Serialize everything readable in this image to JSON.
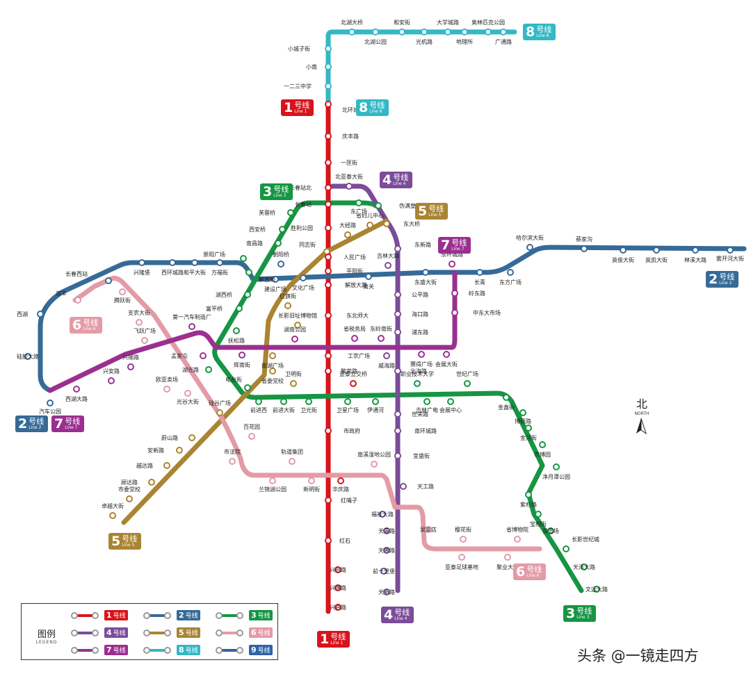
{
  "colors": {
    "line1": "#d7141c",
    "line2": "#366a97",
    "line3": "#169543",
    "line4": "#7b4c99",
    "line5": "#aa8432",
    "line6": "#e39ba6",
    "line7": "#9b2f8f",
    "line8": "#33b8c4",
    "line9": "#2f62a8"
  },
  "line_badges": [
    {
      "num": "1",
      "cn": "号线",
      "en": "Line 1",
      "color": "line1"
    },
    {
      "num": "8",
      "cn": "号线",
      "en": "Line 8",
      "color": "line8"
    },
    {
      "num": "8",
      "cn": "号线",
      "en": "Line 8",
      "color": "line8"
    },
    {
      "num": "4",
      "cn": "号线",
      "en": "Line 4",
      "color": "line4"
    },
    {
      "num": "3",
      "cn": "号线",
      "en": "Line 3",
      "color": "line3"
    },
    {
      "num": "5",
      "cn": "号线",
      "en": "Line 5",
      "color": "line5"
    },
    {
      "num": "7",
      "cn": "号线",
      "en": "Line 7",
      "color": "line7"
    },
    {
      "num": "2",
      "cn": "号线",
      "en": "Line 2",
      "color": "line2"
    },
    {
      "num": "6",
      "cn": "号线",
      "en": "Line 6",
      "color": "line6"
    },
    {
      "num": "2",
      "cn": "号线",
      "en": "Line 2",
      "color": "line2"
    },
    {
      "num": "7",
      "cn": "号线",
      "en": "Line 7",
      "color": "line7"
    },
    {
      "num": "5",
      "cn": "号线",
      "en": "Line 5",
      "color": "line5"
    },
    {
      "num": "6",
      "cn": "号线",
      "en": "Line 6",
      "color": "line6"
    },
    {
      "num": "4",
      "cn": "号线",
      "en": "Line 4",
      "color": "line4"
    },
    {
      "num": "3",
      "cn": "号线",
      "en": "Line 3",
      "color": "line3"
    },
    {
      "num": "1",
      "cn": "号线",
      "en": "Line 1",
      "color": "line1"
    }
  ],
  "stations": [
    {
      "name": "北湖大桥",
      "line": "line8"
    },
    {
      "name": "和安街",
      "line": "line8"
    },
    {
      "name": "大学城路",
      "line": "line8"
    },
    {
      "name": "奥林匹克公园",
      "line": "line8"
    },
    {
      "name": "北湖公园",
      "line": "line8"
    },
    {
      "name": "光机路",
      "line": "line8"
    },
    {
      "name": "地理所",
      "line": "line8"
    },
    {
      "name": "广通路",
      "line": "line8"
    },
    {
      "name": "小城子街",
      "line": "line8"
    },
    {
      "name": "小南",
      "line": "line8"
    },
    {
      "name": "一二三中学",
      "line": "line8"
    },
    {
      "name": "北环城路",
      "line": "line1"
    },
    {
      "name": "庆丰路",
      "line": "line1"
    },
    {
      "name": "一匡街",
      "line": "line1"
    },
    {
      "name": "长春站北",
      "line": "line1"
    },
    {
      "name": "北亚泰大街",
      "line": "line4"
    },
    {
      "name": "长春站",
      "line": "line1"
    },
    {
      "name": "东广场",
      "line": "line3"
    },
    {
      "name": "伪满皇宫",
      "line": "line3"
    },
    {
      "name": "芙蓉桥",
      "line": "line3"
    },
    {
      "name": "胜利公园",
      "line": "line1"
    },
    {
      "name": "省妇儿中心",
      "line": "line5"
    },
    {
      "name": "东大桥",
      "line": "line5"
    },
    {
      "name": "西安桥",
      "line": "line3"
    },
    {
      "name": "大经路",
      "line": "line5"
    },
    {
      "name": "南昌路",
      "line": "line3"
    },
    {
      "name": "同志街",
      "line": "line5"
    },
    {
      "name": "东新路",
      "line": "line4"
    },
    {
      "name": "人民广场",
      "line": "line1"
    },
    {
      "name": "哈尔滨大街",
      "line": "line2"
    },
    {
      "name": "景阳广场",
      "line": "line3"
    },
    {
      "name": "朝阳桥",
      "line": "line2"
    },
    {
      "name": "吉林大路",
      "line": "line4"
    },
    {
      "name": "东环城路",
      "line": "line7"
    },
    {
      "name": "蔡家沟",
      "line": "line2"
    },
    {
      "name": "英俊大街",
      "line": "line2"
    },
    {
      "name": "英凯大街",
      "line": "line2"
    },
    {
      "name": "林溪大路",
      "line": "line2"
    },
    {
      "name": "雾开河大街",
      "line": "line2"
    },
    {
      "name": "长春西站",
      "line": "line2"
    },
    {
      "name": "兴隆堡",
      "line": "line2"
    },
    {
      "name": "西环城路",
      "line": "line2"
    },
    {
      "name": "和平大街",
      "line": "line2"
    },
    {
      "name": "万福街",
      "line": "line2"
    },
    {
      "name": "解放桥",
      "line": "line3"
    },
    {
      "name": "平阳街",
      "line": "line1"
    },
    {
      "name": "东盛大街",
      "line": "line2"
    },
    {
      "name": "长青",
      "line": "line2"
    },
    {
      "name": "东方广场",
      "line": "line2"
    },
    {
      "name": "双丰",
      "line": "line6"
    },
    {
      "name": "建设广场",
      "line": "line2"
    },
    {
      "name": "文化广场",
      "line": "line2"
    },
    {
      "name": "解放大路",
      "line": "line1"
    },
    {
      "name": "南关",
      "line": "line2"
    },
    {
      "name": "腾跃街",
      "line": "line6"
    },
    {
      "name": "湖西桥",
      "line": "line3"
    },
    {
      "name": "红旗街",
      "line": "line5"
    },
    {
      "name": "公平路",
      "line": "line4"
    },
    {
      "name": "岭东路",
      "line": "line7"
    },
    {
      "name": "西湖",
      "line": "line2"
    },
    {
      "name": "富平桥",
      "line": "line3"
    },
    {
      "name": "东北师大",
      "line": "line1"
    },
    {
      "name": "海口路",
      "line": "line4"
    },
    {
      "name": "中东大市场",
      "line": "line7"
    },
    {
      "name": "支农大街",
      "line": "line6"
    },
    {
      "name": "第一汽车制造厂",
      "line": "line7"
    },
    {
      "name": "长影旧址博物馆",
      "line": "line5"
    },
    {
      "name": "湖南公园",
      "line": "line7"
    },
    {
      "name": "浦东路",
      "line": "line4"
    },
    {
      "name": "飞跃广场",
      "line": "line6"
    },
    {
      "name": "抚松路",
      "line": "line3"
    },
    {
      "name": "省税务局",
      "line": "line7"
    },
    {
      "name": "东岭南街",
      "line": "line7"
    },
    {
      "name": "赛得广场",
      "line": "line7"
    },
    {
      "name": "会展大街",
      "line": "line7"
    },
    {
      "name": "硅胶大路",
      "line": "line2"
    },
    {
      "name": "孟家屯",
      "line": "line7"
    },
    {
      "name": "辉南街",
      "line": "line7"
    },
    {
      "name": "南湖广场",
      "line": "line5"
    },
    {
      "name": "工农广场",
      "line": "line1"
    },
    {
      "name": "威海路",
      "line": "line4"
    },
    {
      "name": "兴顺路",
      "line": "line7"
    },
    {
      "name": "湖光路",
      "line": "line3"
    },
    {
      "name": "省委党校",
      "line": "line5"
    },
    {
      "name": "繁荣路",
      "line": "line1"
    },
    {
      "name": "北海路",
      "line": "line4"
    },
    {
      "name": "兴安路",
      "line": "line7"
    },
    {
      "name": "欧亚卖场",
      "line": "line6"
    },
    {
      "name": "西湖大路",
      "line": "line7"
    },
    {
      "name": "光谷大街",
      "line": "line6"
    },
    {
      "name": "电台街",
      "line": "line3"
    },
    {
      "name": "卫明街",
      "line": "line5"
    },
    {
      "name": "亚泰立交桥",
      "line": "line1"
    },
    {
      "name": "职业技术大学",
      "line": "line3"
    },
    {
      "name": "世纪广场",
      "line": "line3"
    },
    {
      "name": "汽车公园",
      "line": "line2"
    },
    {
      "name": "前进西",
      "line": "line3"
    },
    {
      "name": "前进大街",
      "line": "line3"
    },
    {
      "name": "卫光街",
      "line": "line3"
    },
    {
      "name": "卫星广场",
      "line": "line3"
    },
    {
      "name": "伊通河",
      "line": "line3"
    },
    {
      "name": "吉林广电",
      "line": "line3"
    },
    {
      "name": "会展中心",
      "line": "line3"
    },
    {
      "name": "金鑫街",
      "line": "line3"
    },
    {
      "name": "硅谷广场",
      "line": "line5"
    },
    {
      "name": "世荣路",
      "line": "line4"
    },
    {
      "name": "博硕路",
      "line": "line3"
    },
    {
      "name": "蔚山路",
      "line": "line5"
    },
    {
      "name": "百花园",
      "line": "line6"
    },
    {
      "name": "市政府",
      "line": "line1"
    },
    {
      "name": "南环城路",
      "line": "line4"
    },
    {
      "name": "金河街",
      "line": "line3"
    },
    {
      "name": "农博园",
      "line": "line3"
    },
    {
      "name": "安新路",
      "line": "line5"
    },
    {
      "name": "市法院",
      "line": "line6"
    },
    {
      "name": "宜盛街",
      "line": "line4"
    },
    {
      "name": "越达路",
      "line": "line5"
    },
    {
      "name": "轨道集团",
      "line": "line6"
    },
    {
      "name": "南溪湿地公园",
      "line": "line6"
    },
    {
      "name": "净月潭公园",
      "line": "line3"
    },
    {
      "name": "兰锦湖公园",
      "line": "line6"
    },
    {
      "name": "新明街",
      "line": "line6"
    },
    {
      "name": "华庆路",
      "line": "line1"
    },
    {
      "name": "顾达路",
      "line": "line5"
    },
    {
      "name": "天工路",
      "line": "line4"
    },
    {
      "name": "紫杉路",
      "line": "line3"
    },
    {
      "name": "市委党校",
      "line": "line5"
    },
    {
      "name": "红嘴子",
      "line": "line1"
    },
    {
      "name": "卓越大街",
      "line": "line5"
    },
    {
      "name": "福祉大路",
      "line": "line4"
    },
    {
      "name": "宝相街",
      "line": "line3"
    },
    {
      "name": "吴家店",
      "line": "line6"
    },
    {
      "name": "天青路",
      "line": "line4"
    },
    {
      "name": "滑雪场",
      "line": "line3"
    },
    {
      "name": "红石",
      "line": "line1"
    },
    {
      "name": "樱花街",
      "line": "line6"
    },
    {
      "name": "省博物院",
      "line": "line6"
    },
    {
      "name": "长影世纪城",
      "line": "line3"
    },
    {
      "name": "天普路",
      "line": "line4"
    },
    {
      "name": "亚泰足球基地",
      "line": "line6"
    },
    {
      "name": "聚业大街",
      "line": "line6"
    },
    {
      "name": "天泽大路",
      "line": "line3"
    },
    {
      "name": "兴创路",
      "line": "line1"
    },
    {
      "name": "前十里堡",
      "line": "line4"
    },
    {
      "name": "兴博路",
      "line": "line1"
    },
    {
      "name": "文远大路",
      "line": "line3"
    },
    {
      "name": "天新路",
      "line": "line4"
    },
    {
      "name": "兴启路",
      "line": "line1"
    }
  ],
  "compass": {
    "cn": "北",
    "en": "NORTH"
  },
  "legend": {
    "title_cn": "图例",
    "title_en": "LEGEND",
    "items": [
      {
        "num": "1",
        "cn": "号线",
        "color": "line1"
      },
      {
        "num": "2",
        "cn": "号线",
        "color": "line2"
      },
      {
        "num": "3",
        "cn": "号线",
        "color": "line3"
      },
      {
        "num": "4",
        "cn": "号线",
        "color": "line4"
      },
      {
        "num": "5",
        "cn": "号线",
        "color": "line5"
      },
      {
        "num": "6",
        "cn": "号线",
        "color": "line6"
      },
      {
        "num": "7",
        "cn": "号线",
        "color": "line7"
      },
      {
        "num": "8",
        "cn": "号线",
        "color": "line8"
      },
      {
        "num": "9",
        "cn": "号线",
        "color": "line9"
      }
    ]
  },
  "watermark": "头条 @一镜走四方"
}
